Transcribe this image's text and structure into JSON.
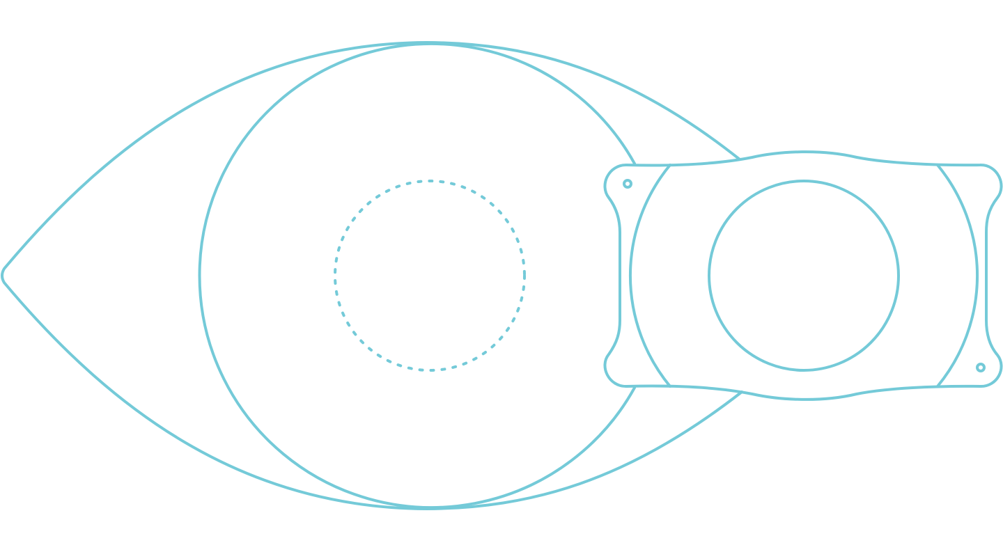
{
  "colors": {
    "background": "#ffffff",
    "outline": "#74CAD8"
  },
  "diagram": {
    "parts": [
      "teardrop-outline",
      "large-circle",
      "dotted-center-circle",
      "mount-plate",
      "mount-outer-circle",
      "mount-inner-circle",
      "mount-hole-top-left",
      "mount-hole-bottom-right"
    ]
  }
}
